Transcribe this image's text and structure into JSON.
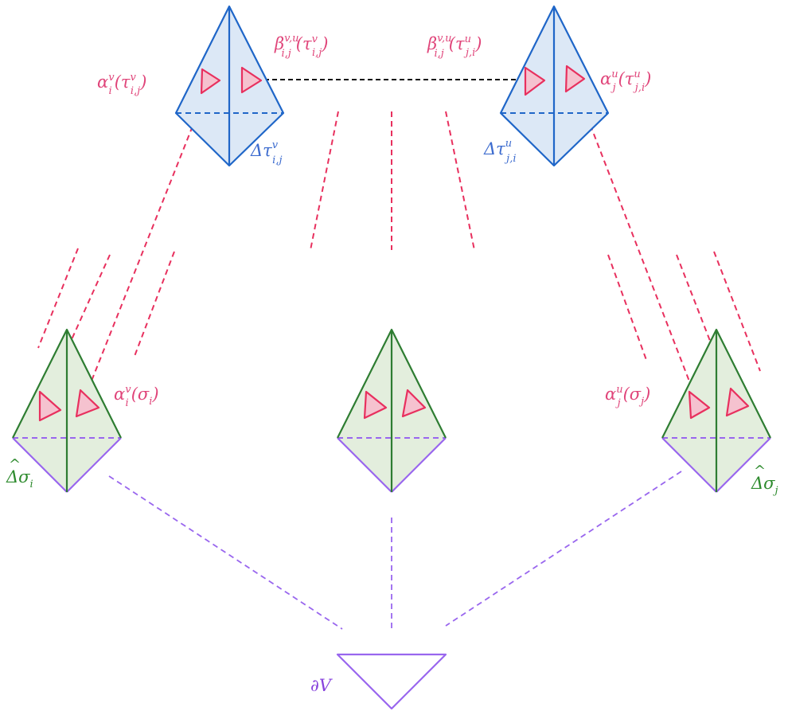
{
  "colors": {
    "blue": "#1f66c8",
    "blue_fill": "#dce8f6",
    "blue_text": "#3d6ccf",
    "green": "#2e7d32",
    "green_fill": "#e3eedd",
    "green_text": "#2e8b2e",
    "pink": "#e8305e",
    "pink_fill": "#f5c2cf",
    "pink_text": "#e0457a",
    "purple": "#9966ee",
    "purple_text": "#8844dd",
    "black": "#111111"
  },
  "labels": {
    "alpha_i_v_tau": {
      "base": "α",
      "sup": "v",
      "sub": "i",
      "arg": "(τ",
      "arg_sup": "v",
      "arg_sub": "i,j",
      "close": ")"
    },
    "beta_tau_v": {
      "base": "β",
      "sup": "v,u",
      "sub": "i,j",
      "arg": "(τ",
      "arg_sup": "v",
      "arg_sub": "i,j",
      "close": ")"
    },
    "beta_tau_u": {
      "base": "β",
      "sup": "v,u",
      "sub": "i,j",
      "arg": "(τ",
      "arg_sup": "u",
      "arg_sub": "j,i",
      "close": ")"
    },
    "alpha_j_u_tau": {
      "base": "α",
      "sup": "u",
      "sub": "j",
      "arg": "(τ",
      "arg_sup": "u",
      "arg_sub": "j,i",
      "close": ")"
    },
    "delta_tau_v": {
      "base": "Δτ",
      "sup": "v",
      "sub": "i,j"
    },
    "delta_tau_u": {
      "base": "Δτ",
      "sup": "u",
      "sub": "j,i"
    },
    "alpha_i_v_sigma": {
      "base": "α",
      "sup": "v",
      "sub": "i",
      "arg": "(σ",
      "arg_sub": "i",
      "close": ")"
    },
    "alpha_j_u_sigma": {
      "base": "α",
      "sup": "u",
      "sub": "j",
      "arg": "(σ",
      "arg_sub": "j",
      "close": ")"
    },
    "hat_delta_sigma_i": {
      "hat": "^",
      "base": "Δσ",
      "sub": "i"
    },
    "hat_delta_sigma_j": {
      "hat": "^",
      "base": "Δσ",
      "sub": "j"
    },
    "boundary_v": {
      "base": "∂V"
    }
  }
}
